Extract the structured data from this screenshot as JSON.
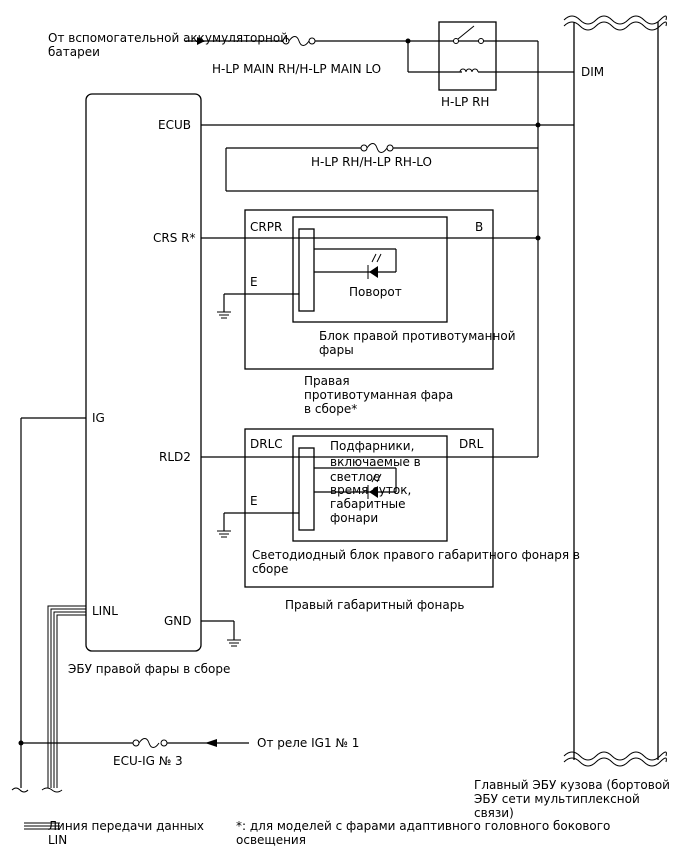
{
  "labels": {
    "aux_battery_line1": "От вспомогательной аккумуляторной",
    "aux_battery_line2": "батареи",
    "fuse_main": "H-LP MAIN RH/H-LP MAIN LO",
    "relay": "H-LP RH",
    "dim": "DIM",
    "ecub": "ECUB",
    "fuse_rh": "H-LP RH/H-LP RH-LO",
    "crsr": "CRS R*",
    "crpr": "CRPR",
    "b": "B",
    "e1": "E",
    "turn": "Поворот",
    "fog_block_line1": "Блок правой противотуманной",
    "fog_block_line2": "фары",
    "fog_assy_line1": "Правая",
    "fog_assy_line2": "противотуманная фара",
    "fog_assy_line3": "в сборе*",
    "ig": "IG",
    "rld2": "RLD2",
    "drlc": "DRLC",
    "drl": "DRL",
    "drl_desc_line1": "Подфарники,",
    "drl_desc_line2": "включаемые в",
    "drl_desc_line3": "светлое",
    "drl_desc_line4": "время суток,",
    "drl_desc_line5": "габаритные",
    "drl_desc_line6": "фонари",
    "e2": "E",
    "led_block_line1": "Светодиодный блок правого габаритного фонаря в",
    "led_block_line2": "сборе",
    "clearance": "Правый габаритный фонарь",
    "linl": "LINL",
    "gnd": "GND",
    "ecu_title": "ЭБУ правой фары в сборе",
    "from_relay": "От реле IG1 № 1",
    "fuse_ecu_ig": "ECU-IG № 3",
    "body_ecu_line1": "Главный ЭБУ кузова (бортовой",
    "body_ecu_line2": "ЭБУ сети мультиплексной",
    "body_ecu_line3": "связи)",
    "legend_lin_line1": "Линия передачи данных",
    "legend_lin_line2": "LIN",
    "note_line1": "*: для моделей с фарами адаптивного головного бокового",
    "note_line2": "освещения"
  }
}
